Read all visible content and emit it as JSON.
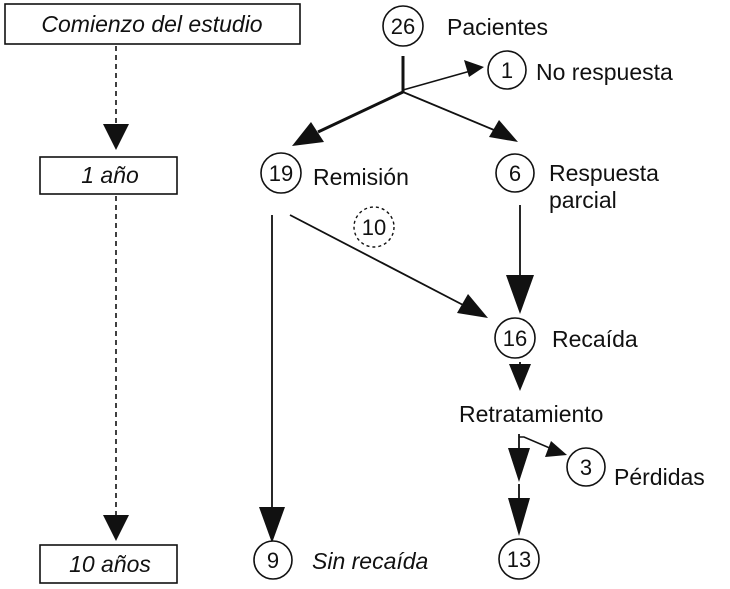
{
  "timeline": {
    "start": "Comienzo del estudio",
    "year1": "1 año",
    "year10": "10 años"
  },
  "nodes": {
    "patients": {
      "count": "26",
      "label": "Pacientes"
    },
    "no_response": {
      "count": "1",
      "label": "No respuesta"
    },
    "remission": {
      "count": "19",
      "label": "Remisión"
    },
    "partial": {
      "count": "6",
      "label_line1": "Respuesta",
      "label_line2": "parcial"
    },
    "dashed": {
      "count": "10"
    },
    "relapse": {
      "count": "16",
      "label": "Recaída"
    },
    "retreatment": {
      "label": "Retratamiento"
    },
    "lost": {
      "count": "3",
      "label": "Pérdidas"
    },
    "no_relapse": {
      "count": "9",
      "label": "Sin recaída"
    },
    "final": {
      "count": "13"
    }
  },
  "colors": {
    "ink": "#111111",
    "background": "#ffffff"
  }
}
